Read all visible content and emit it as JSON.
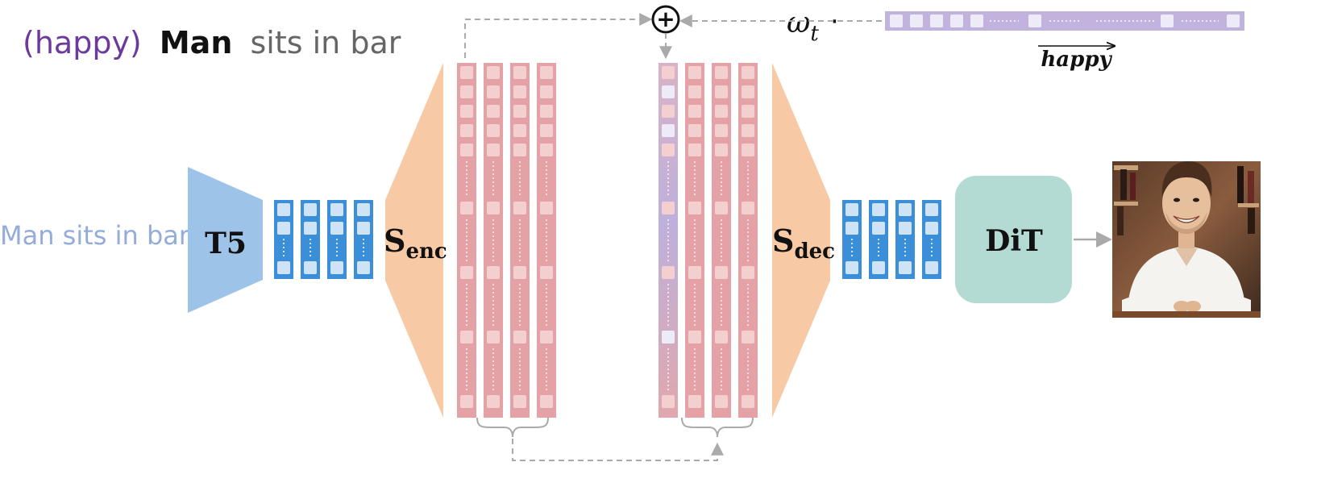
{
  "top_prompt": {
    "modifier": "(happy)",
    "subject": "Man",
    "rest": "sits in bar"
  },
  "input_prompt": "Man sits in bar",
  "t5_label": "T5",
  "s_enc": {
    "base": "S",
    "sub": "enc"
  },
  "s_dec": {
    "base": "S",
    "sub": "dec"
  },
  "dit_label": "DiT",
  "omega": {
    "base": "ω",
    "sub": "t"
  },
  "happy_vector_label": "happy",
  "dot_operator": "·",
  "plus_symbol": "+",
  "colors": {
    "t5_blue": "#9ec3e8",
    "token_blue": "#3a8fd8",
    "trapezoid_peach": "#f7c9a4",
    "latent_pink": "#e4a2a6",
    "latent_cell": "#f3cfcf",
    "steer_purple": "#c2b3de",
    "dit_teal": "#b3dbd3",
    "prompt_purple": "#6c3a9c",
    "prompt_blue": "#93acd9",
    "gray": "#aaaaaa"
  },
  "output_image": {
    "subject": "smiling-man-at-bar"
  }
}
